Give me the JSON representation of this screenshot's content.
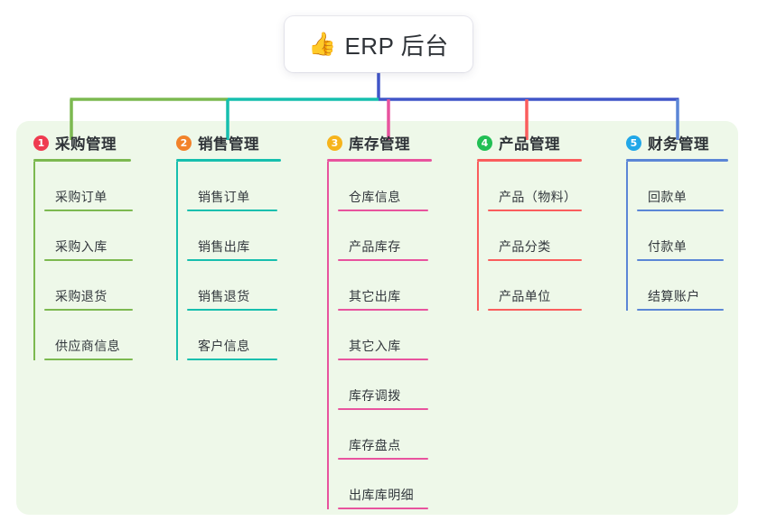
{
  "root": {
    "icon": "thumbs-up-icon",
    "icon_glyph": "👍",
    "title": "ERP 后台"
  },
  "theme": {
    "panel_bg": "#eef8e9",
    "page_bg": "#ffffff",
    "stem_color": "#4156c8",
    "bus_segment_1": "#7cb950",
    "bus_segment_2": "#16bfae",
    "bus_segment_3": "#4156c8"
  },
  "columns": [
    {
      "number": "1",
      "title": "采购管理",
      "badge_color": "#ef3b50",
      "line_color": "#7cb950",
      "drop_color": "#7cb950",
      "items": [
        "采购订单",
        "采购入库",
        "采购退货",
        "供应商信息"
      ]
    },
    {
      "number": "2",
      "title": "销售管理",
      "badge_color": "#f2822a",
      "line_color": "#16bfae",
      "drop_color": "#16bfae",
      "items": [
        "销售订单",
        "销售出库",
        "销售退货",
        "客户信息"
      ]
    },
    {
      "number": "3",
      "title": "库存管理",
      "badge_color": "#f6b41c",
      "line_color": "#e8539e",
      "drop_color": "#e8539e",
      "items": [
        "仓库信息",
        "产品库存",
        "其它出库",
        "其它入库",
        "库存调拨",
        "库存盘点",
        "出库库明细"
      ]
    },
    {
      "number": "4",
      "title": "产品管理",
      "badge_color": "#22bf55",
      "line_color": "#fa5d5d",
      "drop_color": "#fa5d5d",
      "items": [
        "产品（物料）",
        "产品分类",
        "产品单位"
      ]
    },
    {
      "number": "5",
      "title": "财务管理",
      "badge_color": "#21a7e8",
      "line_color": "#5b86d6",
      "drop_color": "#5b86d6",
      "items": [
        "回款单",
        "付款单",
        "结算账户"
      ]
    }
  ]
}
